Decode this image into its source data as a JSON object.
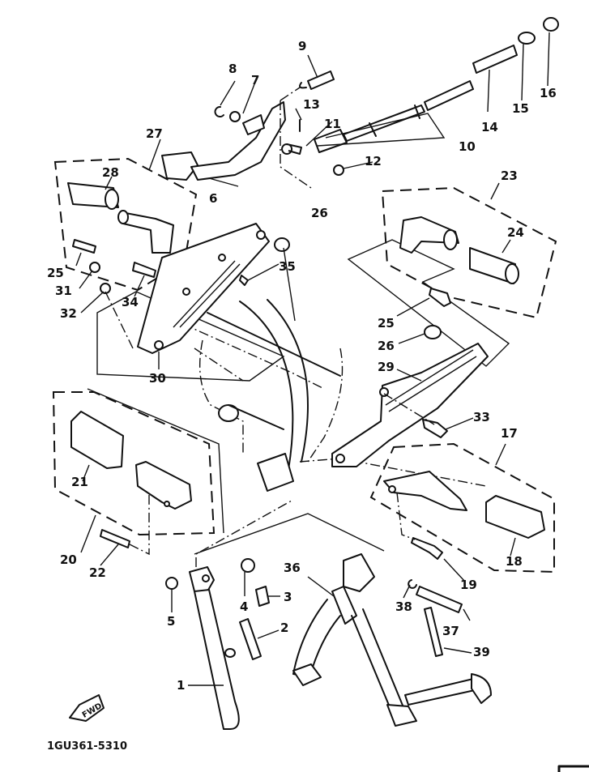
{
  "diagram": {
    "title": "Stand & Footrest exploded parts diagram",
    "drawing_code": "1GU361-5310",
    "direction_marker": "FWD",
    "callouts": [
      {
        "id": "c1",
        "text": "1"
      },
      {
        "id": "c2",
        "text": "2"
      },
      {
        "id": "c3",
        "text": "3"
      },
      {
        "id": "c4",
        "text": "4"
      },
      {
        "id": "c5",
        "text": "5"
      },
      {
        "id": "c6",
        "text": "6"
      },
      {
        "id": "c7",
        "text": "7"
      },
      {
        "id": "c8",
        "text": "8"
      },
      {
        "id": "c9",
        "text": "9"
      },
      {
        "id": "c10",
        "text": "10"
      },
      {
        "id": "c11",
        "text": "11"
      },
      {
        "id": "c12",
        "text": "12"
      },
      {
        "id": "c13",
        "text": "13"
      },
      {
        "id": "c14",
        "text": "14"
      },
      {
        "id": "c15",
        "text": "15"
      },
      {
        "id": "c16",
        "text": "16"
      },
      {
        "id": "c17",
        "text": "17"
      },
      {
        "id": "c18",
        "text": "18"
      },
      {
        "id": "c19",
        "text": "19"
      },
      {
        "id": "c20",
        "text": "20"
      },
      {
        "id": "c21",
        "text": "21"
      },
      {
        "id": "c22",
        "text": "22"
      },
      {
        "id": "c23",
        "text": "23"
      },
      {
        "id": "c24",
        "text": "24"
      },
      {
        "id": "c25a",
        "text": "25"
      },
      {
        "id": "c25b",
        "text": "25"
      },
      {
        "id": "c26a",
        "text": "26"
      },
      {
        "id": "c26b",
        "text": "26"
      },
      {
        "id": "c27",
        "text": "27"
      },
      {
        "id": "c28",
        "text": "28"
      },
      {
        "id": "c29",
        "text": "29"
      },
      {
        "id": "c30",
        "text": "30"
      },
      {
        "id": "c31",
        "text": "31"
      },
      {
        "id": "c32",
        "text": "32"
      },
      {
        "id": "c33",
        "text": "33"
      },
      {
        "id": "c34",
        "text": "34"
      },
      {
        "id": "c35",
        "text": "35"
      },
      {
        "id": "c36",
        "text": "36"
      },
      {
        "id": "c37",
        "text": "37"
      },
      {
        "id": "c38",
        "text": "38"
      },
      {
        "id": "c39",
        "text": "39"
      }
    ],
    "parts": [
      {
        "ref": "1",
        "name": "side-stand"
      },
      {
        "ref": "2",
        "name": "side-stand-spring"
      },
      {
        "ref": "3",
        "name": "spring-hook-plate"
      },
      {
        "ref": "4",
        "name": "side-stand-bolt"
      },
      {
        "ref": "5",
        "name": "nut"
      },
      {
        "ref": "6",
        "name": "brake-pedal"
      },
      {
        "ref": "7",
        "name": "washer"
      },
      {
        "ref": "8",
        "name": "circlip"
      },
      {
        "ref": "9",
        "name": "return-spring"
      },
      {
        "ref": "10",
        "name": "brake-rod"
      },
      {
        "ref": "11",
        "name": "pin"
      },
      {
        "ref": "12",
        "name": "clip"
      },
      {
        "ref": "13",
        "name": "cotter-pin"
      },
      {
        "ref": "14",
        "name": "rod-spring"
      },
      {
        "ref": "15",
        "name": "adjuster-joint"
      },
      {
        "ref": "16",
        "name": "adjusting-nut"
      },
      {
        "ref": "17",
        "name": "rear-footrest-assembly-right"
      },
      {
        "ref": "18",
        "name": "footrest-rubber"
      },
      {
        "ref": "19",
        "name": "bolt"
      },
      {
        "ref": "20",
        "name": "rear-footrest-assembly-left"
      },
      {
        "ref": "21",
        "name": "footrest-rubber"
      },
      {
        "ref": "22",
        "name": "bolt"
      },
      {
        "ref": "23",
        "name": "footrest-assembly-right"
      },
      {
        "ref": "24",
        "name": "footrest-rubber"
      },
      {
        "ref": "25",
        "name": "bolt"
      },
      {
        "ref": "26",
        "name": "nut"
      },
      {
        "ref": "27",
        "name": "footrest-assembly-left"
      },
      {
        "ref": "28",
        "name": "footrest-rubber"
      },
      {
        "ref": "29",
        "name": "footrest-bracket-right"
      },
      {
        "ref": "30",
        "name": "footrest-bracket-left"
      },
      {
        "ref": "31",
        "name": "bolt"
      },
      {
        "ref": "32",
        "name": "nut"
      },
      {
        "ref": "33",
        "name": "bolt"
      },
      {
        "ref": "34",
        "name": "bolt"
      },
      {
        "ref": "35",
        "name": "bolt"
      },
      {
        "ref": "36",
        "name": "main-stand"
      },
      {
        "ref": "37",
        "name": "shaft"
      },
      {
        "ref": "38",
        "name": "circlip"
      },
      {
        "ref": "39",
        "name": "main-stand-spring"
      }
    ]
  }
}
